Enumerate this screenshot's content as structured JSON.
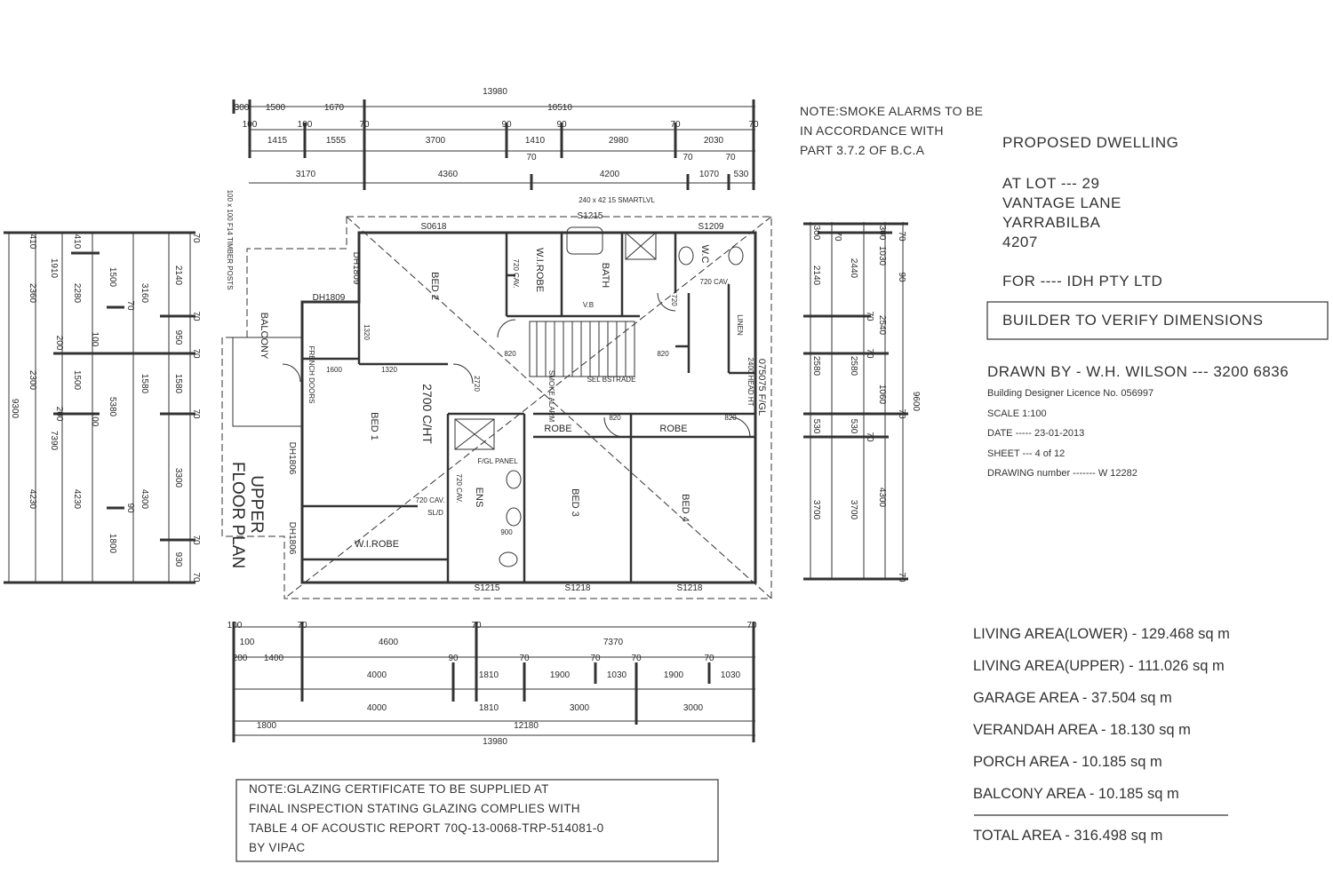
{
  "note_smoke": [
    "NOTE:SMOKE ALARMS TO BE",
    "IN ACCORDANCE WITH",
    "PART 3.7.2 OF B.C.A"
  ],
  "title_block": {
    "project": "PROPOSED  DWELLING",
    "lot": "AT LOT ---  29",
    "street": "VANTAGE LANE",
    "suburb": "YARRABILBA",
    "postcode": "4207",
    "client": "FOR ---- IDH PTY LTD",
    "verify": "BUILDER TO VERIFY DIMENSIONS",
    "drawn_by": "DRAWN BY  - W.H. WILSON --- 3200 6836",
    "licence": "Building Designer Licence No. 056997",
    "scale": "SCALE 1:100",
    "date": "DATE ----- 23-01-2013",
    "sheet": "SHEET ---   4 of 12",
    "drawing_number": "DRAWING number  -------  W 12282"
  },
  "areas": [
    "LIVING AREA(LOWER) - 129.468 sq m",
    "LIVING AREA(UPPER) - 111.026 sq m",
    "GARAGE AREA - 37.504 sq m",
    "VERANDAH AREA - 18.130 sq m",
    "PORCH AREA - 10.185 sq m",
    "BALCONY AREA - 10.185 sq m"
  ],
  "total_area": "TOTAL AREA - 316.498 sq m",
  "note_glazing": [
    "NOTE:GLAZING CERTIFICATE TO BE SUPPLIED AT",
    "FINAL INSPECTION STATING GLAZING COMPLIES WITH",
    "TABLE 4 OF ACOUSTIC REPORT 70Q-13-0068-TRP-514081-0",
    "BY VIPAC"
  ],
  "plan_title": [
    "UPPER",
    "FLOOR PLAN"
  ],
  "rooms": {
    "bed1": "BED 1",
    "bed2": "BED 2",
    "bed3": "BED 3",
    "bed4": "BED 4",
    "wirobe_top": "W.I.ROBE",
    "wirobe_bottom": "W.I.ROBE",
    "bath": "BATH",
    "ens": "ENS",
    "wc": "W.C",
    "linen": "LINEN",
    "balcony": "BALCONY",
    "french_doors": "FRENCH DOORS",
    "robe1": "ROBE",
    "robe2": "ROBE",
    "ceiling": "2700 C/HT",
    "balustrade": "SEL BSTRADE",
    "smoke_alarm": "SMOKE ALARM",
    "fgl_panel": "F/GL PANEL",
    "vb": "V.B",
    "cav_a": "720 CAV.",
    "sld": "SL/D",
    "cav_b": "720 CAV.",
    "cav_c": "720 CAV.",
    "cav_d": "720 CAV.",
    "posts": "100 x 100 F14 TIMBER POSTS",
    "lvl": "240 x 42 15 SMARTLVL",
    "head": "2400 HEAD HT",
    "fgl": "075075 F/GL"
  },
  "windows": [
    "S0618",
    "S1215",
    "S1209",
    "DH1809",
    "DH1809",
    "DH1806",
    "DH1806",
    "S1215",
    "S1218",
    "S1218"
  ],
  "dims_top": {
    "overall": "13980",
    "row1": [
      "300",
      "1500",
      "1670",
      "10510"
    ],
    "row2_ticks": [
      "100",
      "100",
      "70",
      "90",
      "90",
      "70",
      "70"
    ],
    "row2": [
      "1415",
      "1555",
      "3700",
      "1410",
      "2980",
      "2030"
    ],
    "row3_ticks": [
      "70",
      "70",
      "70"
    ],
    "row3": [
      "3170",
      "4360",
      "4200",
      "1070",
      "530"
    ]
  },
  "dims_bottom": {
    "ticks1": [
      "100",
      "70",
      "70",
      "70"
    ],
    "row1": [
      "100",
      "4600",
      "7370"
    ],
    "row2_ticks": [
      "200",
      "90",
      "70",
      "70",
      "70",
      "70"
    ],
    "row2": [
      "1400",
      "4000",
      "1810",
      "1900",
      "1030",
      "1900",
      "1030"
    ],
    "row3": [
      "4000",
      "1810",
      "3000",
      "3000"
    ],
    "row4": [
      "1800",
      "12180"
    ],
    "overall": "13980"
  },
  "dims_left": [
    "410",
    "1910",
    "2360",
    "410",
    "2280",
    "1500",
    "3160",
    "2140",
    "70",
    "200",
    "100",
    "2300",
    "1500",
    "950",
    "9300",
    "200",
    "100",
    "5380",
    "1580",
    "1580",
    "7390",
    "4230",
    "4230",
    "4300",
    "3300",
    "90",
    "1800",
    "930",
    "70",
    "70",
    "70",
    "70",
    "70",
    "70"
  ],
  "dims_right": [
    "300",
    "70",
    "2140",
    "2440",
    "300",
    "1030",
    "90",
    "2540",
    "70",
    "2580",
    "2580",
    "1060",
    "9600",
    "530",
    "530",
    "70",
    "3700",
    "3700",
    "4300",
    "70",
    "70",
    "70",
    "70"
  ],
  "dims_interior": [
    "1600",
    "1320",
    "1320",
    "820",
    "820",
    "820",
    "820",
    "2720",
    "900",
    "720"
  ]
}
